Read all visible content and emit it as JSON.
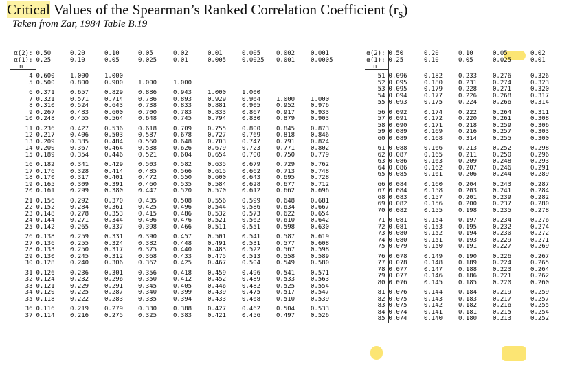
{
  "title": {
    "highlight": "Critical",
    "rest": " Values of the Spearman’s Ranked Correlation Coefficient (r",
    "sub": "s",
    "close": ")"
  },
  "subtitle": "Taken from Zar, 1984 Table B.19",
  "highlight_color": "#fbe05a",
  "left_table": {
    "alpha2_label": "α(2):",
    "alpha1_label": "α(1):",
    "n_label": "n",
    "alpha2": [
      "0.50",
      "0.20",
      "0.10",
      "0.05",
      "0.02",
      "0.01",
      "0.005",
      "0.002",
      "0.001"
    ],
    "alpha1": [
      "0.25",
      "0.10",
      "0.05",
      "0.025",
      "0.01",
      "0.005",
      "0.0025",
      "0.001",
      "0.0005"
    ],
    "groups": [
      [
        [
          "4",
          "0.600",
          "1.000",
          "1.000",
          "",
          "",
          "",
          "",
          "",
          ""
        ],
        [
          "5",
          "0.500",
          "0.800",
          "0.900",
          "1.000",
          "1.000",
          "",
          "",
          "",
          ""
        ]
      ],
      [
        [
          "6",
          "0.371",
          "0.657",
          "0.829",
          "0.886",
          "0.943",
          "1.000",
          "1.000",
          "",
          ""
        ],
        [
          "7",
          "0.321",
          "0.571",
          "0.714",
          "0.786",
          "0.893",
          "0.929",
          "0.964",
          "1.000",
          "1.000"
        ],
        [
          "8",
          "0.310",
          "0.524",
          "0.643",
          "0.738",
          "0.833",
          "0.881",
          "0.905",
          "0.952",
          "0.976"
        ],
        [
          "9",
          "0.267",
          "0.483",
          "0.600",
          "0.700",
          "0.783",
          "0.833",
          "0.867",
          "0.917",
          "0.933"
        ],
        [
          "10",
          "0.248",
          "0.455",
          "0.564",
          "0.648",
          "0.745",
          "0.794",
          "0.830",
          "0.879",
          "0.903"
        ]
      ],
      [
        [
          "11",
          "0.236",
          "0.427",
          "0.536",
          "0.618",
          "0.709",
          "0.755",
          "0.800",
          "0.845",
          "0.873"
        ],
        [
          "12",
          "0.217",
          "0.406",
          "0.503",
          "0.587",
          "0.678",
          "0.727",
          "0.769",
          "0.818",
          "0.846"
        ],
        [
          "13",
          "0.209",
          "0.385",
          "0.484",
          "0.560",
          "0.648",
          "0.703",
          "0.747",
          "0.791",
          "0.824"
        ],
        [
          "14",
          "0.200",
          "0.367",
          "0.464",
          "0.538",
          "0.626",
          "0.679",
          "0.723",
          "0.771",
          "0.802"
        ],
        [
          "15",
          "0.189",
          "0.354",
          "0.446",
          "0.521",
          "0.604",
          "0.654",
          "0.700",
          "0.750",
          "0.779"
        ]
      ],
      [
        [
          "16",
          "0.182",
          "0.341",
          "0.429",
          "0.503",
          "0.582",
          "0.635",
          "0.679",
          "0.729",
          "0.762"
        ],
        [
          "17",
          "0.176",
          "0.328",
          "0.414",
          "0.485",
          "0.566",
          "0.615",
          "0.662",
          "0.713",
          "0.748"
        ],
        [
          "18",
          "0.170",
          "0.317",
          "0.401",
          "0.472",
          "0.550",
          "0.600",
          "0.643",
          "0.695",
          "0.728"
        ],
        [
          "19",
          "0.165",
          "0.309",
          "0.391",
          "0.460",
          "0.535",
          "0.584",
          "0.628",
          "0.677",
          "0.712"
        ],
        [
          "20",
          "0.161",
          "0.299",
          "0.380",
          "0.447",
          "0.520",
          "0.570",
          "0.612",
          "0.662",
          "0.696"
        ]
      ],
      [
        [
          "21",
          "0.156",
          "0.292",
          "0.370",
          "0.435",
          "0.508",
          "0.556",
          "0.599",
          "0.648",
          "0.681"
        ],
        [
          "22",
          "0.152",
          "0.284",
          "0.361",
          "0.425",
          "0.496",
          "0.544",
          "0.586",
          "0.634",
          "0.667"
        ],
        [
          "23",
          "0.148",
          "0.278",
          "0.353",
          "0.415",
          "0.486",
          "0.532",
          "0.573",
          "0.622",
          "0.654"
        ],
        [
          "24",
          "0.144",
          "0.271",
          "0.344",
          "0.406",
          "0.476",
          "0.521",
          "0.562",
          "0.610",
          "0.642"
        ],
        [
          "25",
          "0.142",
          "0.265",
          "0.337",
          "0.398",
          "0.466",
          "0.511",
          "0.551",
          "0.598",
          "0.630"
        ]
      ],
      [
        [
          "26",
          "0.138",
          "0.259",
          "0.331",
          "0.390",
          "0.457",
          "0.501",
          "0.541",
          "0.587",
          "0.619"
        ],
        [
          "27",
          "0.136",
          "0.255",
          "0.324",
          "0.382",
          "0.448",
          "0.491",
          "0.531",
          "0.577",
          "0.608"
        ],
        [
          "28",
          "0.133",
          "0.250",
          "0.317",
          "0.375",
          "0.440",
          "0.483",
          "0.522",
          "0.567",
          "0.598"
        ],
        [
          "29",
          "0.130",
          "0.245",
          "0.312",
          "0.368",
          "0.433",
          "0.475",
          "0.513",
          "0.558",
          "0.589"
        ],
        [
          "30",
          "0.128",
          "0.240",
          "0.306",
          "0.362",
          "0.425",
          "0.467",
          "0.504",
          "0.549",
          "0.580"
        ]
      ],
      [
        [
          "31",
          "0.126",
          "0.236",
          "0.301",
          "0.356",
          "0.418",
          "0.459",
          "0.496",
          "0.541",
          "0.571"
        ],
        [
          "32",
          "0.124",
          "0.232",
          "0.296",
          "0.350",
          "0.412",
          "0.452",
          "0.489",
          "0.533",
          "0.563"
        ],
        [
          "33",
          "0.121",
          "0.229",
          "0.291",
          "0.345",
          "0.405",
          "0.446",
          "0.482",
          "0.525",
          "0.554"
        ],
        [
          "34",
          "0.120",
          "0.225",
          "0.287",
          "0.340",
          "0.399",
          "0.439",
          "0.475",
          "0.517",
          "0.547"
        ],
        [
          "35",
          "0.118",
          "0.222",
          "0.283",
          "0.335",
          "0.394",
          "0.433",
          "0.468",
          "0.510",
          "0.539"
        ]
      ],
      [
        [
          "36",
          "0.116",
          "0.219",
          "0.279",
          "0.330",
          "0.388",
          "0.427",
          "0.462",
          "0.504",
          "0.533"
        ],
        [
          "37",
          "0.114",
          "0.216",
          "0.275",
          "0.325",
          "0.383",
          "0.421",
          "0.456",
          "0.497",
          "0.526"
        ]
      ]
    ]
  },
  "right_table": {
    "alpha2_label": "α(2):",
    "alpha1_label": "α(1):",
    "n_label": "n",
    "alpha2": [
      "0.50",
      "0.20",
      "0.10",
      "0.05",
      "0.02"
    ],
    "alpha1": [
      "0.25",
      "0.10",
      "0.05",
      "0.025",
      "0.01"
    ],
    "groups": [
      [
        [
          "51",
          "0.096",
          "0.182",
          "0.233",
          "0.276",
          "0.326"
        ],
        [
          "52",
          "0.095",
          "0.180",
          "0.231",
          "0.274",
          "0.323"
        ],
        [
          "53",
          "0.095",
          "0.179",
          "0.228",
          "0.271",
          "0.320"
        ],
        [
          "54",
          "0.094",
          "0.177",
          "0.226",
          "0.268",
          "0.317"
        ],
        [
          "55",
          "0.093",
          "0.175",
          "0.224",
          "0.266",
          "0.314"
        ]
      ],
      [
        [
          "56",
          "0.092",
          "0.174",
          "0.222",
          "0.264",
          "0.311"
        ],
        [
          "57",
          "0.091",
          "0.172",
          "0.220",
          "0.261",
          "0.308"
        ],
        [
          "58",
          "0.090",
          "0.171",
          "0.218",
          "0.259",
          "0.306"
        ],
        [
          "59",
          "0.089",
          "0.169",
          "0.216",
          "0.257",
          "0.303"
        ],
        [
          "60",
          "0.089",
          "0.168",
          "0.314",
          "0.255",
          "0.300"
        ]
      ],
      [
        [
          "61",
          "0.088",
          "0.166",
          "0.213",
          "0.252",
          "0.298"
        ],
        [
          "62",
          "0.087",
          "0.165",
          "0.211",
          "0.250",
          "0.296"
        ],
        [
          "63",
          "0.086",
          "0.163",
          "0.209",
          "0.248",
          "0.293"
        ],
        [
          "64",
          "0.086",
          "0.162",
          "0.207",
          "0.246",
          "0.291"
        ],
        [
          "65",
          "0.085",
          "0.161",
          "0.206",
          "0.244",
          "0.289"
        ]
      ],
      [
        [
          "66",
          "0.084",
          "0.160",
          "0.204",
          "0.243",
          "0.287"
        ],
        [
          "67",
          "0.084",
          "0.158",
          "0.203",
          "0.241",
          "0.284"
        ],
        [
          "68",
          "0.083",
          "0.157",
          "0.201",
          "0.239",
          "0.282"
        ],
        [
          "69",
          "0.082",
          "0.156",
          "0.200",
          "0.237",
          "0.280"
        ],
        [
          "70",
          "0.082",
          "0.155",
          "0.198",
          "0.235",
          "0.278"
        ]
      ],
      [
        [
          "71",
          "0.081",
          "0.154",
          "0.197",
          "0.234",
          "0.276"
        ],
        [
          "72",
          "0.081",
          "0.153",
          "0.195",
          "0.232",
          "0.274"
        ],
        [
          "73",
          "0.080",
          "0.152",
          "0.194",
          "0.230",
          "0.272"
        ],
        [
          "74",
          "0.080",
          "0.151",
          "0.193",
          "0.229",
          "0.271"
        ],
        [
          "75",
          "0.079",
          "0.150",
          "0.191",
          "0.227",
          "0.269"
        ]
      ],
      [
        [
          "76",
          "0.078",
          "0.149",
          "0.190",
          "0.226",
          "0.267"
        ],
        [
          "77",
          "0.078",
          "0.148",
          "0.189",
          "0.224",
          "0.265"
        ],
        [
          "78",
          "0.077",
          "0.147",
          "0.188",
          "0.223",
          "0.264"
        ],
        [
          "79",
          "0.077",
          "0.146",
          "0.186",
          "0.221",
          "0.262"
        ],
        [
          "80",
          "0.076",
          "0.145",
          "0.185",
          "0.220",
          "0.260"
        ]
      ],
      [
        [
          "81",
          "0.076",
          "0.144",
          "0.184",
          "0.219",
          "0.259"
        ],
        [
          "82",
          "0.075",
          "0.143",
          "0.183",
          "0.217",
          "0.257"
        ],
        [
          "83",
          "0.075",
          "0.142",
          "0.182",
          "0.216",
          "0.255"
        ],
        [
          "84",
          "0.074",
          "0.141",
          "0.181",
          "0.215",
          "0.254"
        ],
        [
          "85",
          "0.074",
          "0.140",
          "0.180",
          "0.213",
          "0.252"
        ]
      ]
    ]
  }
}
